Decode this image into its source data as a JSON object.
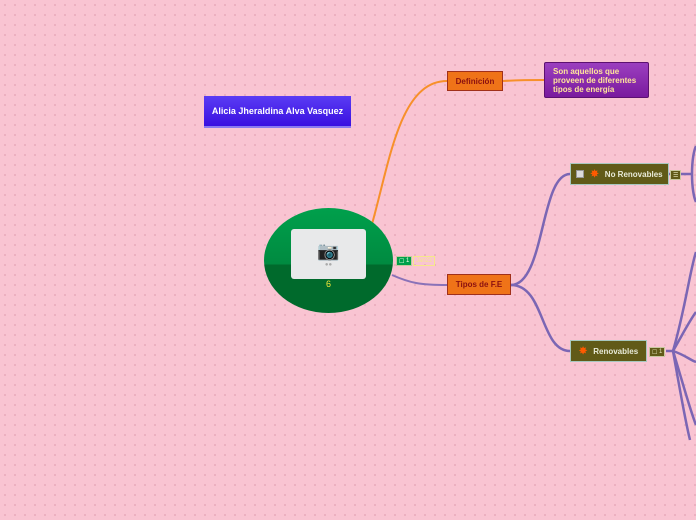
{
  "title_node": "Alicia Jheraldina Alva Vasquez",
  "central": {
    "image_icon": "camera-icon",
    "count": "6",
    "badge_count": "1",
    "badge_date": "Jan22"
  },
  "definicion": {
    "label": "Definición",
    "text": "Son aquellos que proveen de diferentes tipos de energía"
  },
  "tipos": {
    "label": "Tipos de F.E"
  },
  "no_renovables": {
    "label": "No Renovables",
    "icon": "burst-icon"
  },
  "renovables": {
    "label": "Renovables",
    "icon": "burst-icon",
    "badge_count": "1"
  },
  "colors": {
    "background": "#f9c4d2",
    "orange": "#ef7318",
    "olive": "#615a18",
    "purple": "#8a2eae",
    "link": "#7b66b4",
    "central": "#008a40"
  }
}
